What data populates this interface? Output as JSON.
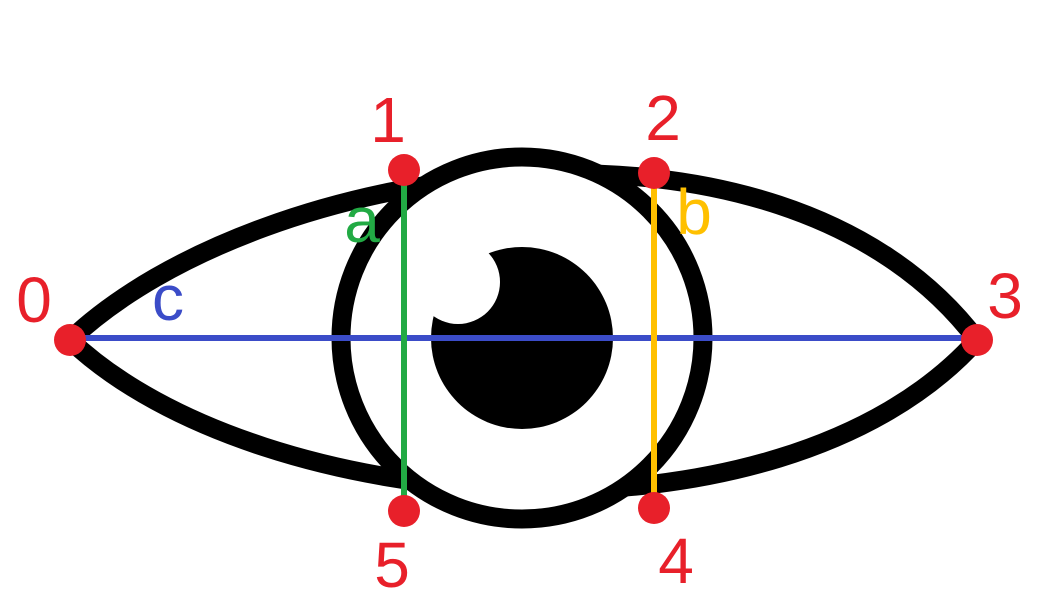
{
  "colors": {
    "background": "#ffffff",
    "outline": "#000000",
    "landmark_point": "#e8202a",
    "line_a": "#22aa44",
    "line_b": "#ffc000",
    "line_c": "#3b4cc8"
  },
  "landmarks": [
    {
      "id": "0",
      "label": "0"
    },
    {
      "id": "1",
      "label": "1"
    },
    {
      "id": "2",
      "label": "2"
    },
    {
      "id": "3",
      "label": "3"
    },
    {
      "id": "4",
      "label": "4"
    },
    {
      "id": "5",
      "label": "5"
    }
  ],
  "distances": [
    {
      "id": "a",
      "label": "a",
      "from": "1",
      "to": "5",
      "color_key": "line_a"
    },
    {
      "id": "b",
      "label": "b",
      "from": "2",
      "to": "4",
      "color_key": "line_b"
    },
    {
      "id": "c",
      "label": "c",
      "from": "0",
      "to": "3",
      "color_key": "line_c"
    }
  ]
}
